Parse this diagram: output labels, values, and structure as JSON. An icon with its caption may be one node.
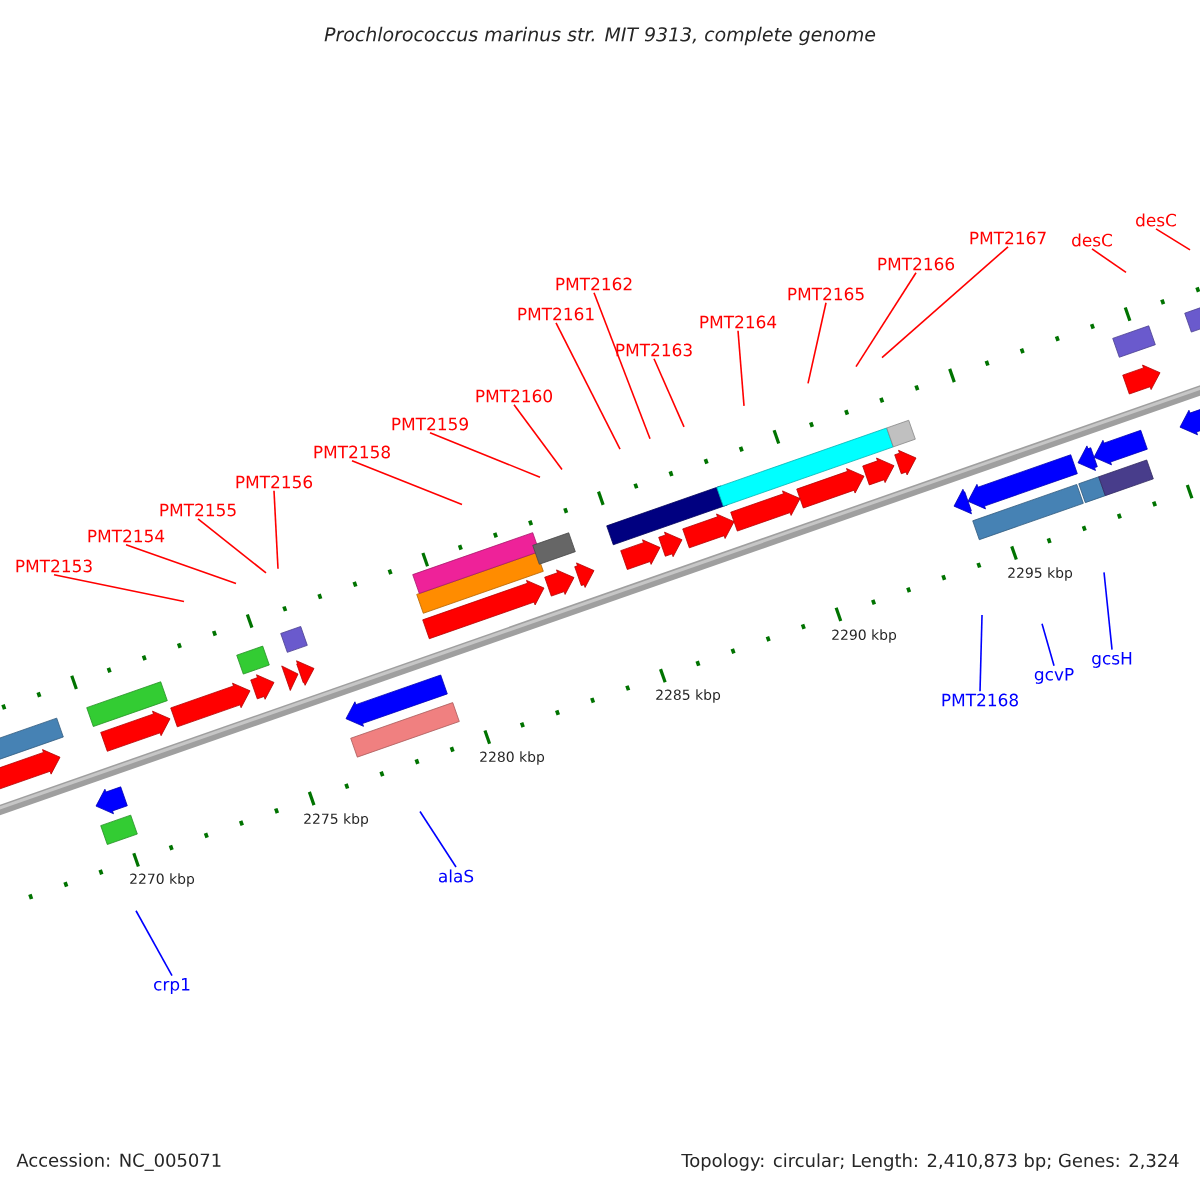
{
  "diagram": {
    "title": "Prochlorococcus marinus str. MIT 9313, complete genome",
    "nodes": [
      {
        "text": [
          "PMT2153"
        ]
      },
      {
        "text": [
          "PMT2154"
        ]
      },
      {
        "text": [
          "PMT2155"
        ]
      },
      {
        "text": [
          "PMT2156"
        ]
      },
      {
        "text": [
          "PMT2158"
        ]
      },
      {
        "text": [
          "PMT2159"
        ]
      },
      {
        "text": [
          "PMT2160"
        ]
      },
      {
        "text": [
          "PMT2161"
        ]
      },
      {
        "text": [
          "PMT2162"
        ]
      },
      {
        "text": [
          "PMT2163"
        ]
      },
      {
        "text": [
          "PMT2164"
        ]
      },
      {
        "text": [
          "PMT2165"
        ]
      },
      {
        "text": [
          "PMT2166"
        ]
      },
      {
        "text": [
          "PMT2167"
        ]
      },
      {
        "text": [
          "desC"
        ]
      },
      {
        "text": [
          "desC"
        ]
      },
      {
        "text": [
          "crp1"
        ]
      },
      {
        "text": [
          "alaS"
        ]
      },
      {
        "text": [
          "PMT2168"
        ]
      },
      {
        "text": [
          "gcvP"
        ]
      },
      {
        "text": [
          "gcsH"
        ]
      }
    ],
    "edges": [
      {
        "from": 0,
        "to": null,
        "arrow": "none"
      },
      {
        "from": 1,
        "to": null,
        "arrow": "none"
      },
      {
        "from": 2,
        "to": null,
        "arrow": "none"
      },
      {
        "from": 3,
        "to": null,
        "arrow": "none"
      },
      {
        "from": 4,
        "to": null,
        "arrow": "none"
      },
      {
        "from": 5,
        "to": null,
        "arrow": "none"
      },
      {
        "from": 6,
        "to": null,
        "arrow": "none"
      },
      {
        "from": 7,
        "to": null,
        "arrow": "none"
      },
      {
        "from": 8,
        "to": null,
        "arrow": "none"
      },
      {
        "from": 9,
        "to": null,
        "arrow": "none"
      },
      {
        "from": 10,
        "to": null,
        "arrow": "none"
      },
      {
        "from": 11,
        "to": null,
        "arrow": "none"
      },
      {
        "from": 12,
        "to": null,
        "arrow": "none"
      },
      {
        "from": 13,
        "to": null,
        "arrow": "none"
      },
      {
        "from": 14,
        "to": null,
        "arrow": "none"
      },
      {
        "from": 15,
        "to": null,
        "arrow": "none"
      },
      {
        "from": 16,
        "to": null,
        "arrow": "none",
        "color": "#0000ff"
      },
      {
        "from": 17,
        "to": null,
        "arrow": "none",
        "color": "#0000ff"
      },
      {
        "from": 18,
        "to": null,
        "arrow": "none",
        "color": "#0000ff"
      },
      {
        "from": 19,
        "to": null,
        "arrow": "none",
        "color": "#0000ff"
      },
      {
        "from": 20,
        "to": null,
        "arrow": "none",
        "color": "#0000ff"
      }
    ],
    "labels": [
      "2270 kbp",
      "2275 kbp",
      "2280 kbp",
      "2285 kbp",
      "2290 kbp",
      "2295 kbp",
      "Accession: NC_005071",
      "Topology: circular; Length: 2,410,873 bp; Genes: 2,324"
    ]
  }
}
